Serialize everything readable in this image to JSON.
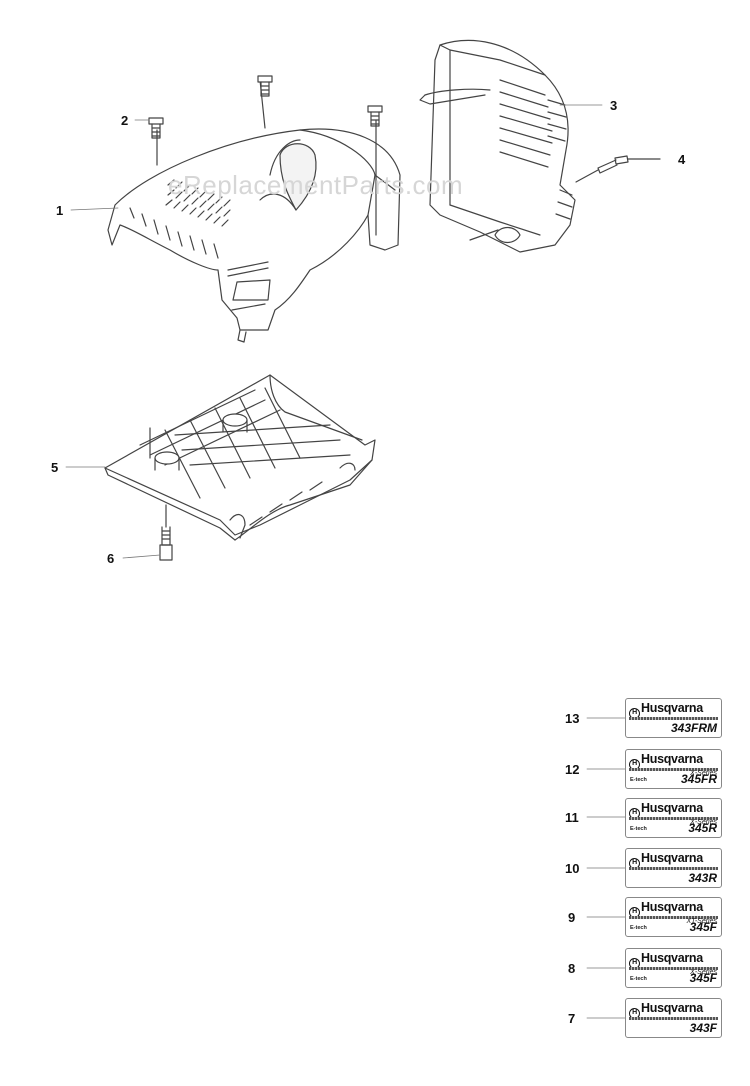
{
  "watermark": "eReplacementParts.com",
  "callouts": [
    {
      "id": "1",
      "label": "1"
    },
    {
      "id": "2",
      "label": "2"
    },
    {
      "id": "3",
      "label": "3"
    },
    {
      "id": "4",
      "label": "4"
    },
    {
      "id": "5",
      "label": "5"
    },
    {
      "id": "6",
      "label": "6"
    },
    {
      "id": "7",
      "label": "7"
    },
    {
      "id": "8",
      "label": "8"
    },
    {
      "id": "9",
      "label": "9"
    },
    {
      "id": "10",
      "label": "10"
    },
    {
      "id": "11",
      "label": "11"
    },
    {
      "id": "12",
      "label": "12"
    },
    {
      "id": "13",
      "label": "13"
    }
  ],
  "decals": [
    {
      "brand": "Husqvarna",
      "series": "",
      "etech": "",
      "model": "343FRM"
    },
    {
      "brand": "Husqvarna",
      "series": "X-Series",
      "etech": "E-tech",
      "model": "345FR"
    },
    {
      "brand": "Husqvarna",
      "series": "X-Series",
      "etech": "E-tech",
      "model": "345R"
    },
    {
      "brand": "Husqvarna",
      "series": "",
      "etech": "",
      "model": "343R"
    },
    {
      "brand": "Husqvarna",
      "series": "XT-Series",
      "etech": "E-tech",
      "model": "345F"
    },
    {
      "brand": "Husqvarna",
      "series": "X-Series",
      "etech": "E-tech",
      "model": "345F"
    },
    {
      "brand": "Husqvarna",
      "series": "",
      "etech": "",
      "model": "343F"
    }
  ]
}
